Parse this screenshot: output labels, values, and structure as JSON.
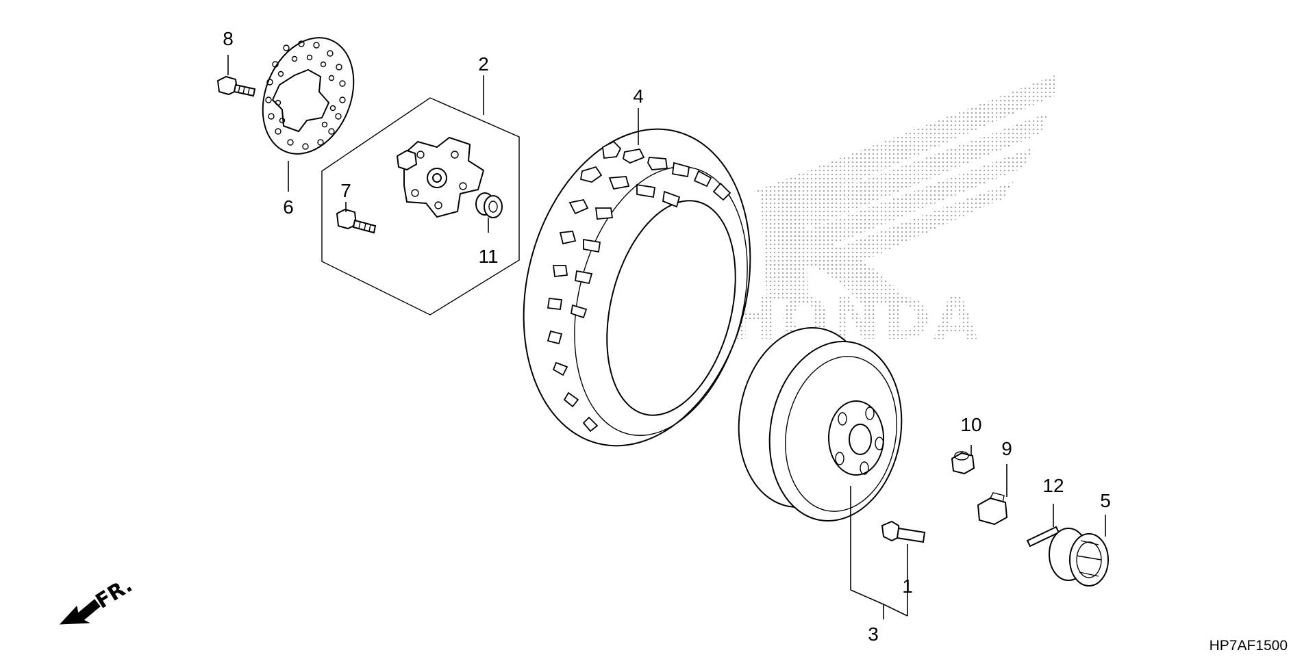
{
  "diagram": {
    "reference_code": "HP7AF1500",
    "direction_label": "FR.",
    "watermark_brand": "HONDA",
    "callouts": [
      {
        "id": "1",
        "label": "1"
      },
      {
        "id": "2",
        "label": "2"
      },
      {
        "id": "3",
        "label": "3"
      },
      {
        "id": "4",
        "label": "4"
      },
      {
        "id": "5",
        "label": "5"
      },
      {
        "id": "6",
        "label": "6"
      },
      {
        "id": "7",
        "label": "7"
      },
      {
        "id": "8",
        "label": "8"
      },
      {
        "id": "9",
        "label": "9"
      },
      {
        "id": "10",
        "label": "10"
      },
      {
        "id": "11",
        "label": "11"
      },
      {
        "id": "12",
        "label": "12"
      }
    ],
    "colors": {
      "line": "#000000",
      "background": "#ffffff",
      "watermark": "#b8b8b8"
    }
  }
}
